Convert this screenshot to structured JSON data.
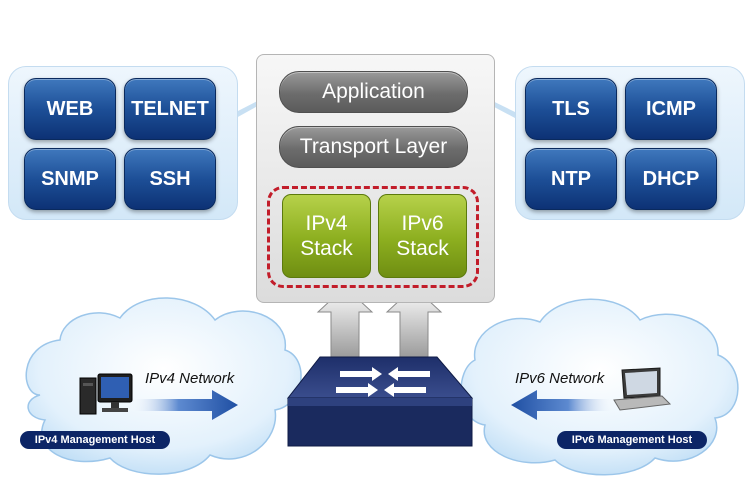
{
  "left_protocols": [
    "WEB",
    "TELNET",
    "SNMP",
    "SSH"
  ],
  "right_protocols": [
    "TLS",
    "ICMP",
    "NTP",
    "DHCP"
  ],
  "stack": {
    "application": "Application",
    "transport": "Transport Layer",
    "ipv4": [
      "IPv4",
      "Stack"
    ],
    "ipv6": [
      "IPv6",
      "Stack"
    ]
  },
  "networks": {
    "ipv4_label": "IPv4 Network",
    "ipv6_label": "IPv6 Network",
    "ipv4_host": "IPv4 Management Host",
    "ipv6_host": "IPv6 Management Host"
  },
  "colors": {
    "protocol_blue": "#1d4f97",
    "stack_green": "#8cae1f",
    "dashed_red": "#c21d2a",
    "host_badge": "#0c2566",
    "arrow_blue": "#1f4fa3"
  },
  "icons": [
    "desktop-computer-icon",
    "laptop-icon",
    "network-switch-icon"
  ]
}
